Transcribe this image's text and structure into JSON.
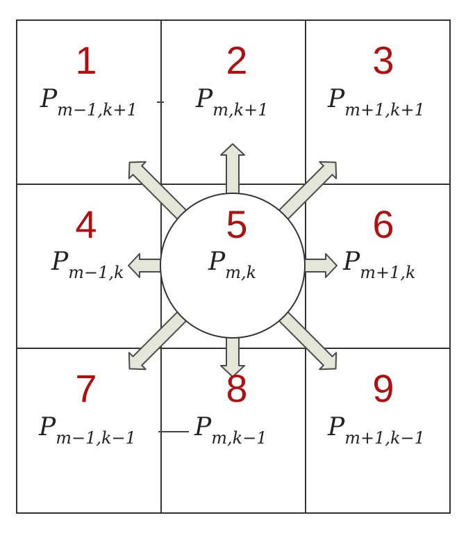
{
  "cells": [
    {
      "number": "1",
      "base": "P",
      "subscript": "m−1,k+1"
    },
    {
      "number": "2",
      "base": "P",
      "subscript": "m,k+1"
    },
    {
      "number": "3",
      "base": "P",
      "subscript": "m+1,k+1"
    },
    {
      "number": "4",
      "base": "P",
      "subscript": "m−1,k"
    },
    {
      "number": "5",
      "base": "P",
      "subscript": "m,k"
    },
    {
      "number": "6",
      "base": "P",
      "subscript": "m+1,k"
    },
    {
      "number": "7",
      "base": "P",
      "subscript": "m−1,k−1"
    },
    {
      "number": "8",
      "base": "P",
      "subscript": "m,k−1"
    },
    {
      "number": "9",
      "base": "P",
      "subscript": "m+1,k−1"
    }
  ],
  "colors": {
    "number": "#b01010",
    "label": "#222222",
    "grid": "#333333",
    "arrow_fill": "#e4e6d7",
    "arrow_stroke": "#4a4a4a"
  }
}
